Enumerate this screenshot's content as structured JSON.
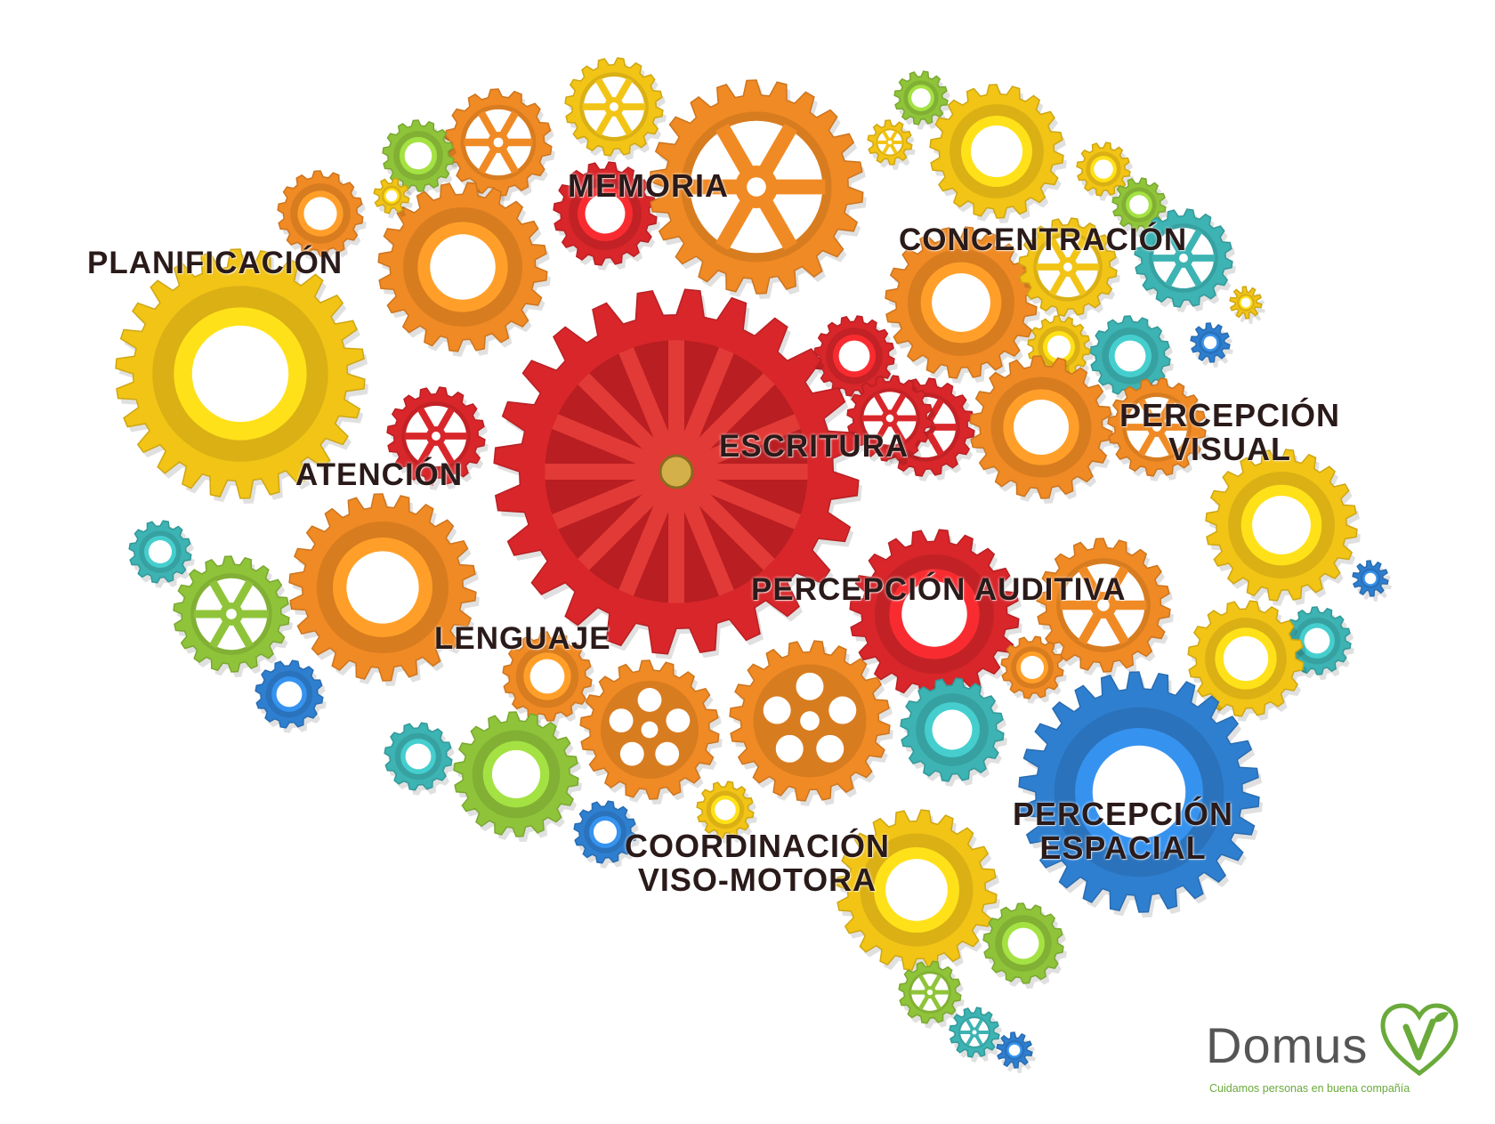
{
  "diagram": {
    "labels": {
      "memoria": "MEMORIA",
      "planificacion": "PLANIFICACIÓN",
      "concentracion": "CONCENTRACIÓN",
      "atencion": "ATENCIÓN",
      "escritura": "ESCRITURA",
      "percepcion_visual_1": "PERCEPCIÓN",
      "percepcion_visual_2": "VISUAL",
      "percepcion_auditiva": "PERCEPCIÓN AUDITIVA",
      "lenguaje": "LENGUAJE",
      "coordinacion_1": "COORDINACIÓN",
      "coordinacion_2": "VISO-MOTORA",
      "percepcion_espacial_1": "PERCEPCIÓN",
      "percepcion_espacial_2": "ESPACIAL"
    }
  },
  "logo": {
    "word": "Domus",
    "tagline": "Cuidamos personas en buena compañía",
    "colors": {
      "green": "#6aaa3a",
      "grey": "#555555"
    }
  },
  "colors": {
    "yellow": "#f2c416",
    "orange": "#f08a24",
    "light_orange": "#f5a43a",
    "red": "#d8262a",
    "lime": "#8fc43a",
    "teal": "#3db3b3",
    "blue": "#2f7fd0",
    "text": "#2a1a1a"
  }
}
